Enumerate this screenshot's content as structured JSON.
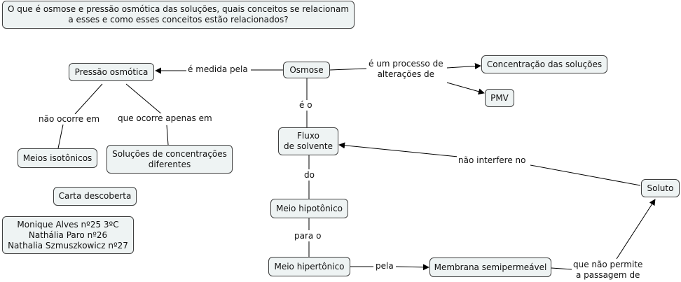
{
  "question": "O que é osmose e pressão osmótica das soluções, quais conceitos se relacionam\na esses e como esses conceitos estão relacionados?",
  "nodes": {
    "osmose": "Osmose",
    "pressao": "Pressão osmótica",
    "concentracao": "Concentração das soluções",
    "pmv": "PMV",
    "fluxo": "Fluxo\nde solvente",
    "isotonicos": "Meios isotônicos",
    "solucoes": "Soluções de concentrações\ndiferentes",
    "carta": "Carta descoberta",
    "autores": "Monique Alves nº25  3ºC\nNathália Paro   nº26\nNathalia Szmuszkowicz nº27",
    "hipotonico": "Meio hipotônico",
    "hipertonico": "Meio hipertônico",
    "membrana": "Membrana semipermeável",
    "soluto": "Soluto"
  },
  "links": {
    "medida": "é medida pela",
    "processo": "é um processo de\nalterações de",
    "eo": "é o",
    "nao_ocorre": "não ocorre em",
    "ocorre_apenas": "que ocorre apenas em",
    "do": "do",
    "nao_interfere": "não interfere no",
    "para_o": "para o",
    "pela": "pela",
    "nao_permite": "que não permite\na passagem de"
  }
}
